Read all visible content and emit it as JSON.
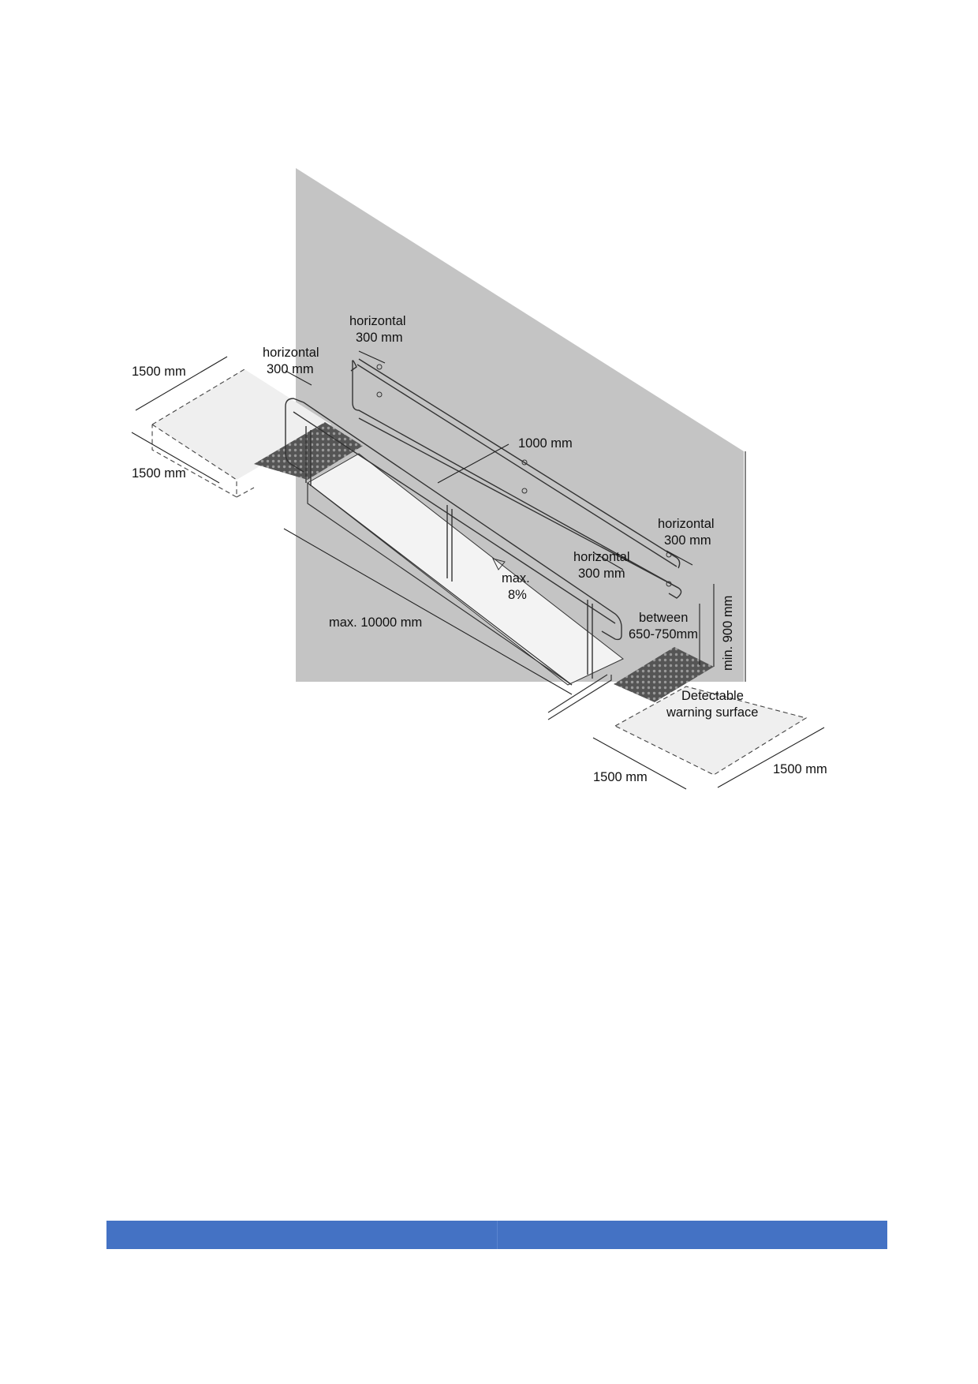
{
  "figure": {
    "labels": {
      "landing_top_width": "1500 mm",
      "landing_top_depth": "1500 mm",
      "rail_ext_top_lower_1": "horizontal",
      "rail_ext_top_lower_2": "300 mm",
      "rail_ext_top_upper_1": "horizontal",
      "rail_ext_top_upper_2": "300 mm",
      "rail_spacing": "1000 mm",
      "rail_ext_bottom_upper_1": "horizontal",
      "rail_ext_bottom_upper_2": "300 mm",
      "rail_ext_bottom_lower_1": "horizontal",
      "rail_ext_bottom_lower_2": "300 mm",
      "slope_1": "max.",
      "slope_2": "8%",
      "ramp_length": "max. 10000 mm",
      "lower_rail_height_1": "between",
      "lower_rail_height_2": "650-750mm",
      "upper_rail_height": "min. 900 mm",
      "warning_surface_1": "Detectable",
      "warning_surface_2": "warning surface",
      "landing_bottom_depth": "1500 mm",
      "landing_bottom_width": "1500 mm"
    },
    "colors": {
      "wall": "#c4c4c4",
      "tactile": "#555555",
      "landing": "#ececec",
      "footer_bar": "#4472c4"
    }
  },
  "footer": {
    "cells": [
      "",
      ""
    ]
  }
}
